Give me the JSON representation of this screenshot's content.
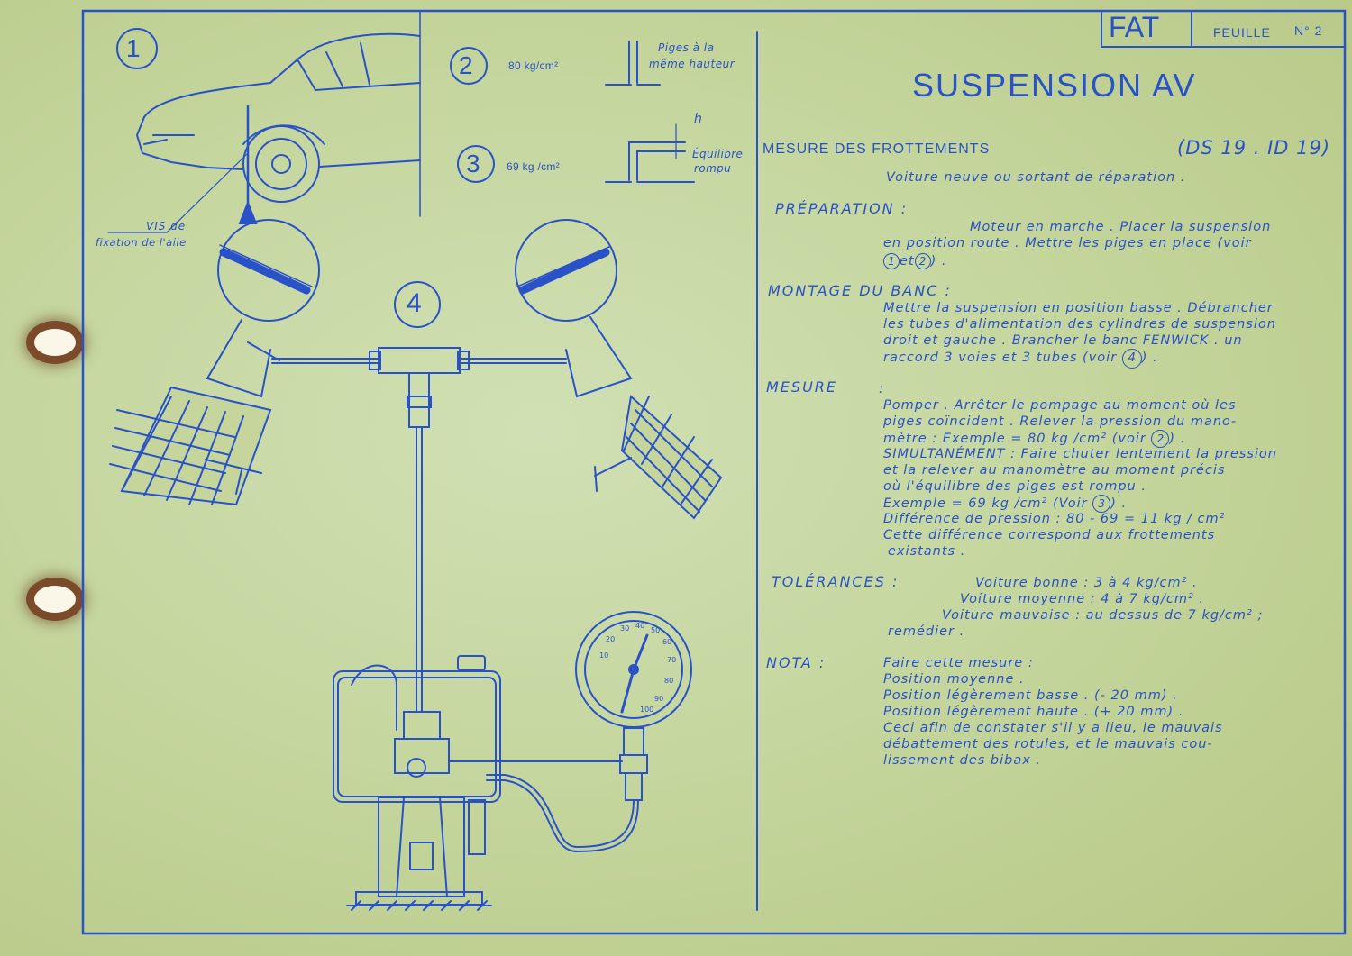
{
  "header": {
    "logo": "FAT",
    "sheet_label": "FEUILLE",
    "sheet_number": "N° 2",
    "title": "SUSPENSION AV"
  },
  "figures": {
    "fig1_number": "1",
    "fig1_label_line1": "VIS de",
    "fig1_label_line2": "fixation de l'aile",
    "fig2_number": "2",
    "fig2_pressure": "80 kg/cm²",
    "fig2_note_line1": "Piges à la",
    "fig2_note_line2": "même hauteur",
    "fig3_number": "3",
    "fig3_pressure": "69 kg /cm²",
    "fig3_h": "h",
    "fig3_note_line1": "Équilibre",
    "fig3_note_line2": "rompu",
    "fig4_number": "4"
  },
  "gauge": {
    "ticks": [
      "10",
      "20",
      "30",
      "40",
      "50",
      "60",
      "70",
      "80",
      "90",
      "100"
    ]
  },
  "procedure": {
    "subject": "MESURE DES FROTTEMENTS",
    "models": "(DS 19 . ID 19)",
    "condition": "Voiture neuve ou sortant de réparation .",
    "preparation": {
      "heading": "PRÉPARATION :",
      "line1": "Moteur en marche . Placer la suspension",
      "line2": "en position route . Mettre les piges en place (voir",
      "line3_a": "1",
      "line3_b": "et",
      "line3_c": "2",
      "line3_d": ") ."
    },
    "montage": {
      "heading": "MONTAGE DU BANC :",
      "line1": "Mettre la suspension en position basse . Débrancher",
      "line2": "les tubes d'alimentation des cylindres de suspension",
      "line3": "droit et gauche . Brancher le banc FENWICK . un",
      "line4_a": "raccord 3 voies et 3 tubes (voir",
      "line4_ref": "4",
      "line4_b": ") ."
    },
    "mesure": {
      "heading": "MESURE",
      "colon": ":",
      "line1": "Pomper . Arrêter le pompage au moment où les",
      "line2": "piges coïncident . Relever la pression du mano-",
      "line3_a": "mètre : Exemple = 80 kg /cm² (voir",
      "line3_ref": "2",
      "line3_b": ") .",
      "line4": "SIMULTANÉMENT : Faire chuter lentement la pression",
      "line5": "et la relever au manomètre au moment précis",
      "line6": "où l'équilibre des piges est rompu .",
      "line7_a": "Exemple = 69 kg /cm² (Voir",
      "line7_ref": "3",
      "line7_b": ") .",
      "line8": "Différence de pression : 80 - 69 = 11 kg / cm²",
      "line9": "Cette différence correspond aux frottements",
      "line10": "existants ."
    },
    "tolerances": {
      "heading": "TOLÉRANCES :",
      "line1": "Voiture bonne : 3 à 4 kg/cm² .",
      "line2": "Voiture moyenne : 4 à 7 kg/cm² .",
      "line3": "Voiture mauvaise : au dessus de 7 kg/cm² ;",
      "line4": "remédier ."
    },
    "nota": {
      "heading": "NOTA :",
      "line1": "Faire cette mesure :",
      "line2": "Position moyenne .",
      "line3": "Position légèrement basse . (- 20 mm) .",
      "line4": "Position légèrement haute . (+ 20 mm) .",
      "line5": "Ceci afin de constater s'il y a lieu, le mauvais",
      "line6": "débattement des rotules, et le mauvais cou-",
      "line7": "lissement des bibax ."
    }
  },
  "colors": {
    "ink": "#2a52c8",
    "paper": "#c6d69c"
  }
}
